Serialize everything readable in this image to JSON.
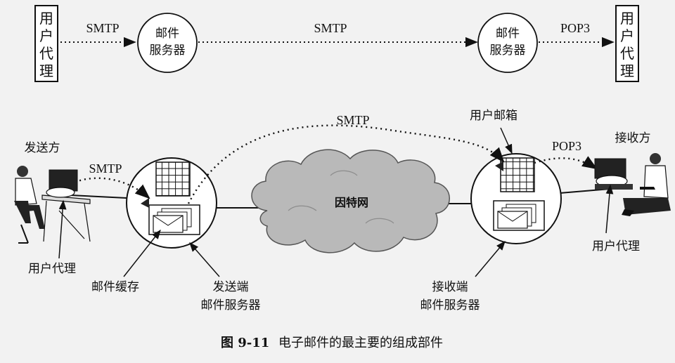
{
  "top": {
    "left_agent": [
      "用",
      "户",
      "代",
      "理"
    ],
    "right_agent": [
      "用",
      "户",
      "代",
      "理"
    ],
    "server_left": [
      "邮件",
      "服务器"
    ],
    "server_right": [
      "邮件",
      "服务器"
    ],
    "proto_left": "SMTP",
    "proto_mid": "SMTP",
    "proto_right": "POP3"
  },
  "bottom": {
    "sender_side": "发送方",
    "receiver_side": "接收方",
    "smtp_left": "SMTP",
    "smtp_arc": "SMTP",
    "pop3": "POP3",
    "mailbox": "用户邮箱",
    "internet": "因特网",
    "user_agent_left": "用户代理",
    "user_agent_right": "用户代理",
    "mail_cache": "邮件缓存",
    "send_server": [
      "发送端",
      "邮件服务器"
    ],
    "recv_server": [
      "接收端",
      "邮件服务器"
    ]
  },
  "caption": {
    "figure_no": "图 9-11",
    "title": "电子邮件的最主要的组成部件"
  }
}
